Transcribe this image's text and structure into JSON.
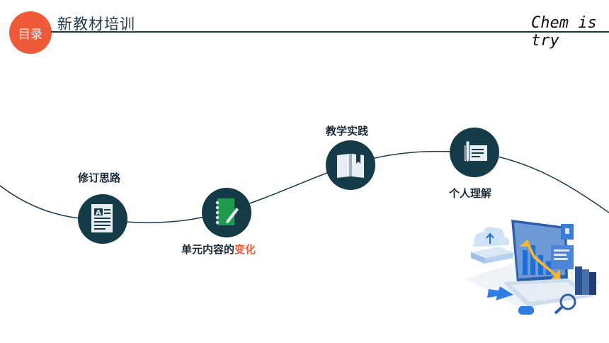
{
  "header": {
    "badge_label": "目录",
    "title": "新教材培训",
    "brand_line1": "Chem is",
    "brand_line2": "try"
  },
  "steps": [
    {
      "label": "修订思路",
      "icon": "document-text-icon"
    },
    {
      "label_main": "单元内容的",
      "label_accent": "变化",
      "icon": "notebook-pencil-icon"
    },
    {
      "label": "教学实践",
      "icon": "open-book-icon"
    },
    {
      "label": "个人理解",
      "icon": "paper-pen-icon"
    }
  ],
  "colors": {
    "accent": "#ef5a38",
    "circle": "#163b48",
    "notebook_green": "#1f9a4f",
    "line": "#1b3a4b"
  },
  "illustration": {
    "icon": "data-analytics-laptop-icon"
  }
}
